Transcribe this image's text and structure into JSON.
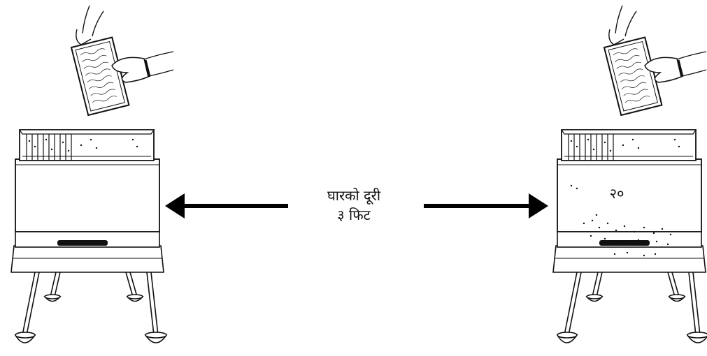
{
  "distance_label": {
    "line1": "घारको दूरी",
    "line2": "३ फिट"
  },
  "right_hive": {
    "number_label": "२०"
  },
  "colors": {
    "ink": "#111111",
    "paper": "#ffffff",
    "arrow": "#000000"
  }
}
